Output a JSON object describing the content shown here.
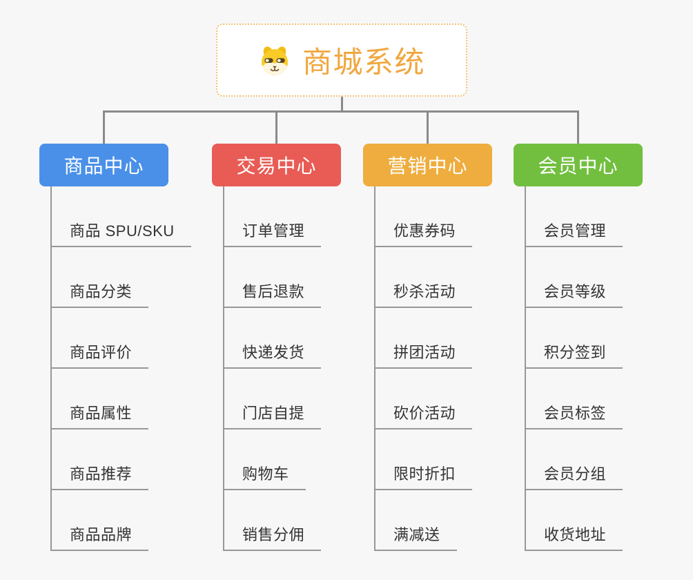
{
  "root": {
    "title": "商城系统",
    "icon": "shiba-dog-icon",
    "text_color": "#f0a73f",
    "border_color": "#f4c171",
    "bg": "#ffffff"
  },
  "connector_color": "#8a8a8a",
  "background_color": "#f7f7f7",
  "branches": [
    {
      "label": "商品中心",
      "color": "#4a90e8",
      "children": [
        "商品 SPU/SKU",
        "商品分类",
        "商品评价",
        "商品属性",
        "商品推荐",
        "商品品牌"
      ]
    },
    {
      "label": "交易中心",
      "color": "#e85c55",
      "children": [
        "订单管理",
        "售后退款",
        "快递发货",
        "门店自提",
        "购物车",
        "销售分佣"
      ]
    },
    {
      "label": "营销中心",
      "color": "#eead3e",
      "children": [
        "优惠券码",
        "秒杀活动",
        "拼团活动",
        "砍价活动",
        "限时折扣",
        "满减送"
      ]
    },
    {
      "label": "会员中心",
      "color": "#72bf40",
      "children": [
        "会员管理",
        "会员等级",
        "积分签到",
        "会员标签",
        "会员分组",
        "收货地址"
      ]
    }
  ]
}
